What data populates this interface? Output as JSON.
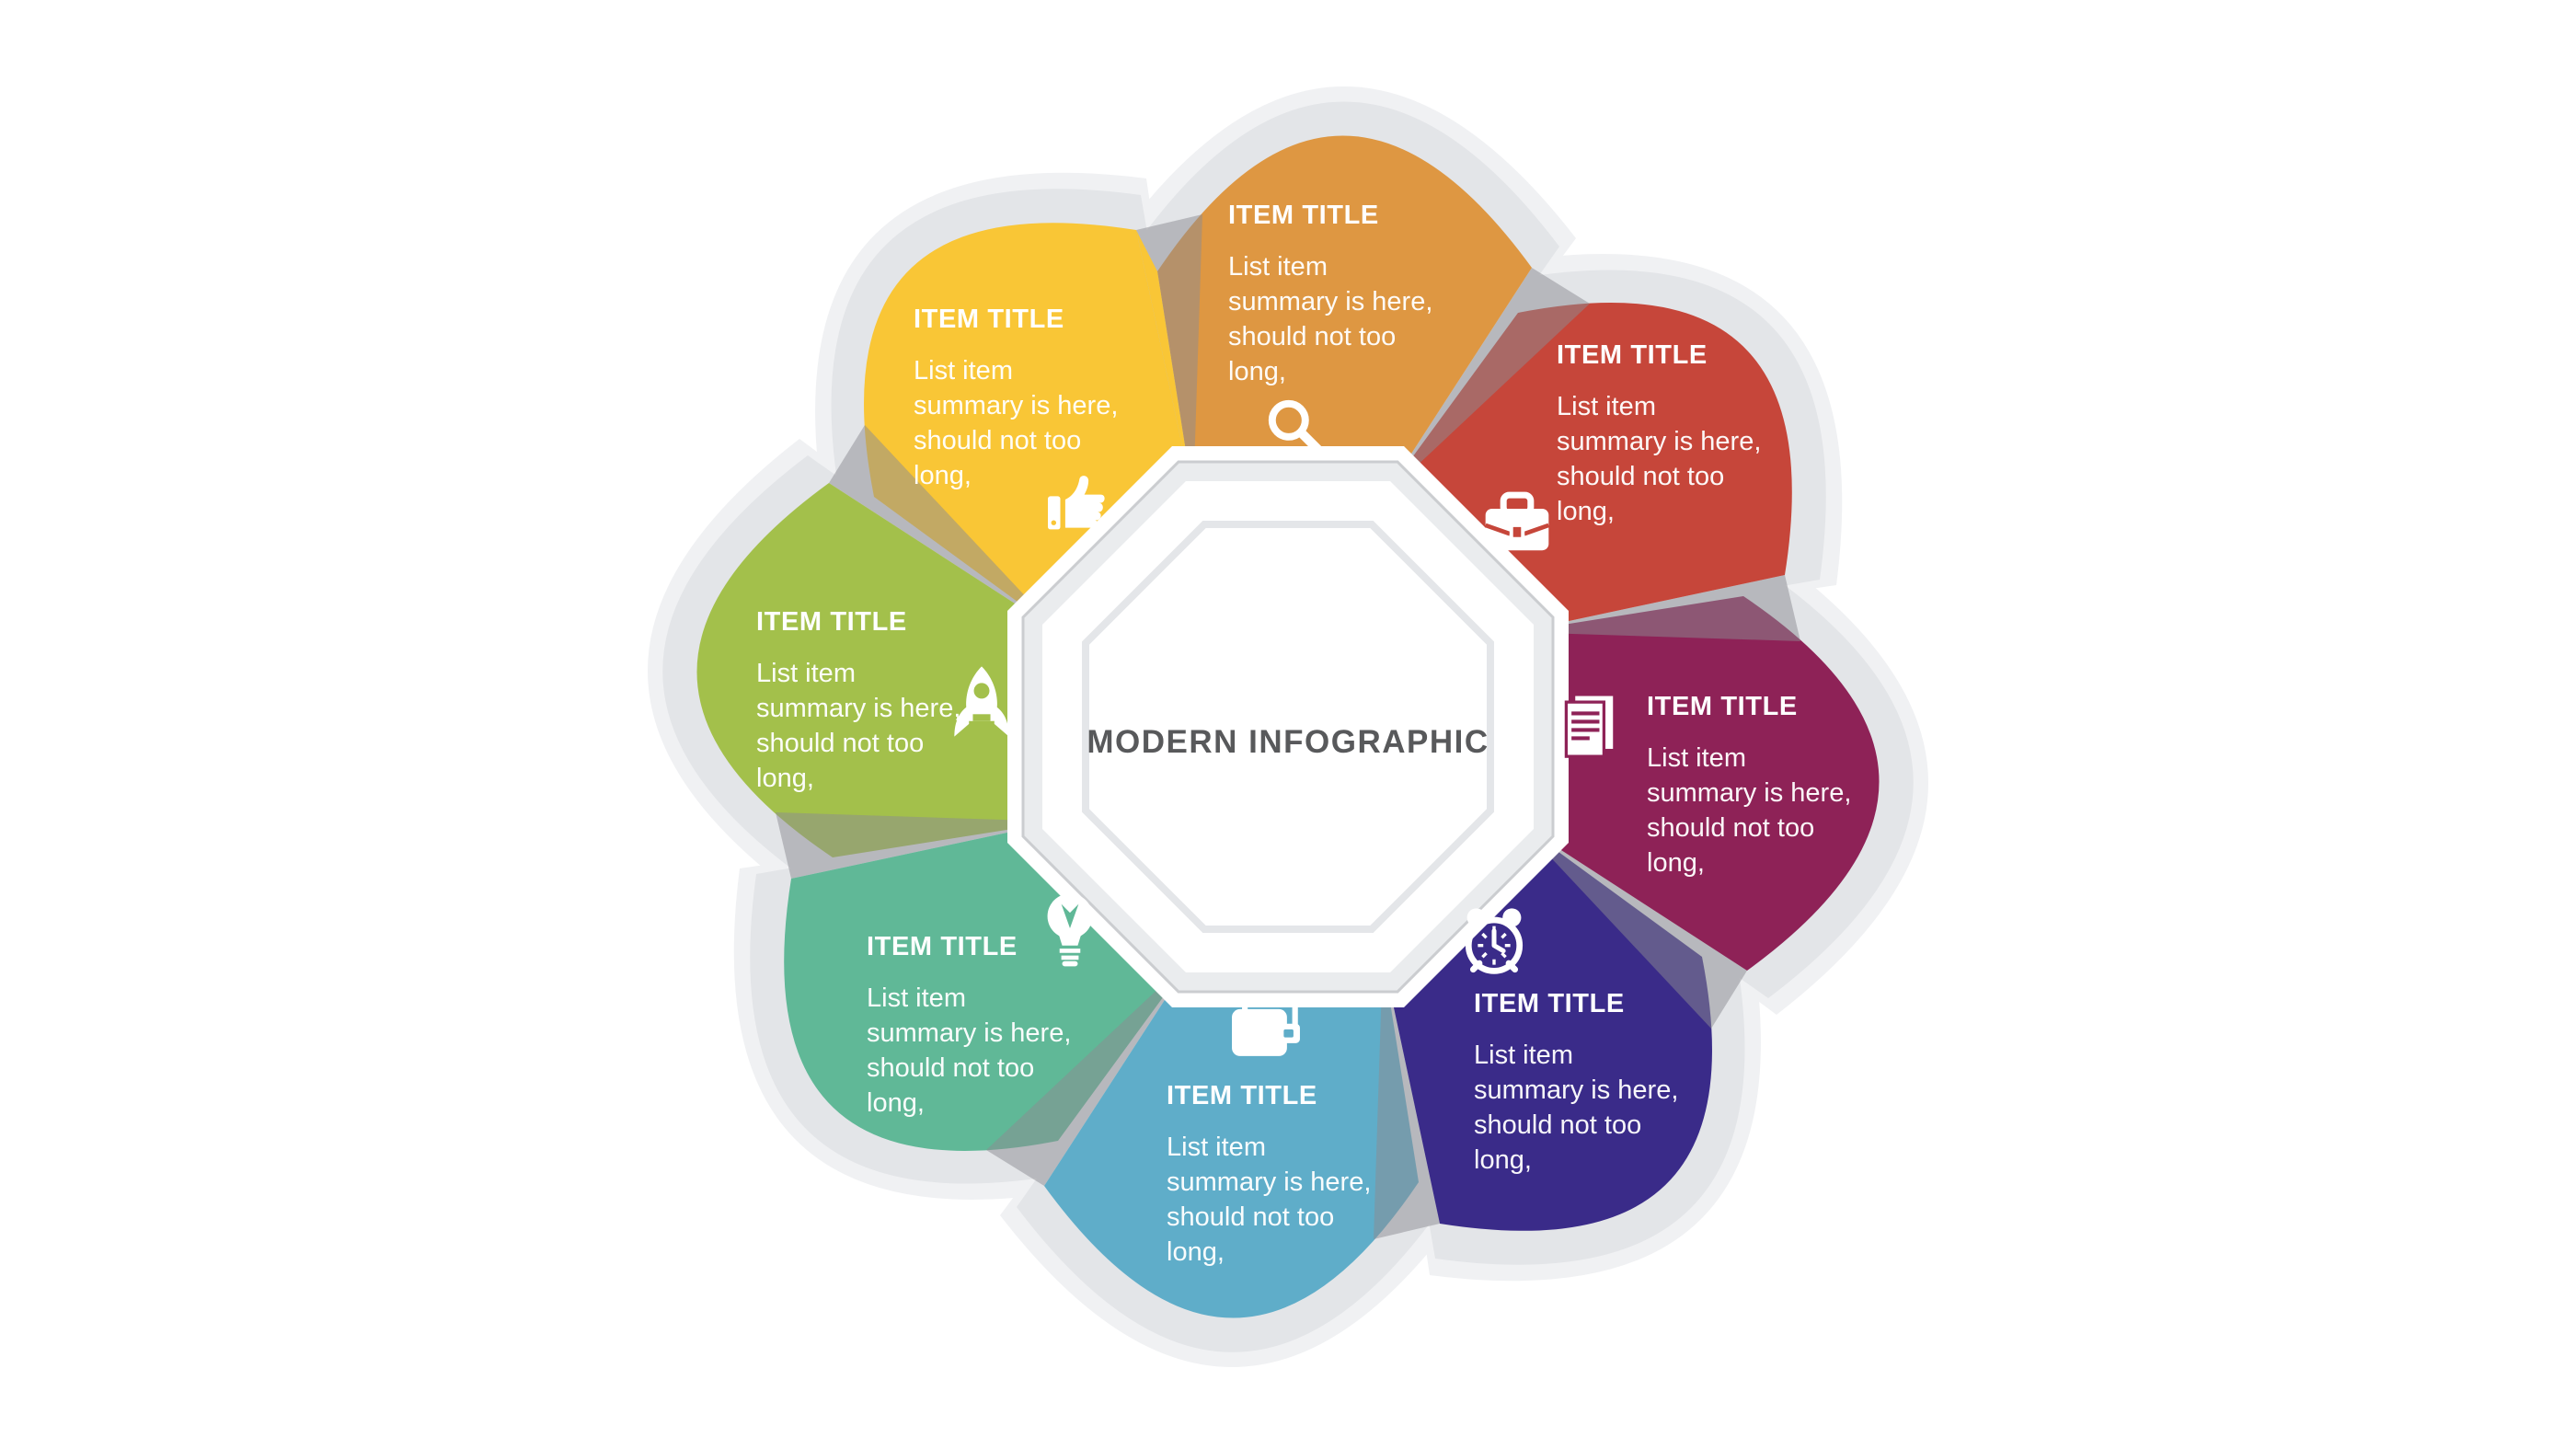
{
  "background": "#ffffff",
  "center": {
    "title": "MODERN INFOGRAPHIC",
    "text_color": "#58595b",
    "plate_color": "#ffffff",
    "ring_color": "#eaecee",
    "ring_stroke": "#cbcdd0",
    "inner_outline_color": "#e4e6e9",
    "gap_color": "#ffffff"
  },
  "flower": {
    "rim_color": "#e3e5e8",
    "rim_shadow_color": "#f0f1f3",
    "wedge_color": "rgba(140,140,146,0.5)"
  },
  "items": [
    {
      "title": "ITEM TITLE",
      "body_lines": [
        "List item",
        "summary is here,",
        "should not too",
        "long,"
      ],
      "color": "#de9742",
      "icon": "search"
    },
    {
      "title": "ITEM TITLE",
      "body_lines": [
        "List item",
        "summary is here,",
        "should not too",
        "long,"
      ],
      "color": "#c6463a",
      "icon": "briefcase"
    },
    {
      "title": "ITEM TITLE",
      "body_lines": [
        "List item",
        "summary is here,",
        "should not too",
        "long,"
      ],
      "color": "#8e2257",
      "icon": "documents"
    },
    {
      "title": "ITEM TITLE",
      "body_lines": [
        "List item",
        "summary is here,",
        "should not too",
        "long,"
      ],
      "color": "#3a2b89",
      "icon": "alarm-clock"
    },
    {
      "title": "ITEM TITLE",
      "body_lines": [
        "List item",
        "summary is here,",
        "should not too",
        "long,"
      ],
      "color": "#5fadc9",
      "icon": "wallet"
    },
    {
      "title": "ITEM TITLE",
      "body_lines": [
        "List item",
        "summary is here,",
        "should not too",
        "long,"
      ],
      "color": "#60b897",
      "icon": "light-bulb"
    },
    {
      "title": "ITEM TITLE",
      "body_lines": [
        "List item",
        "summary is here,",
        "should not too",
        "long,"
      ],
      "color": "#a3c04b",
      "icon": "rocket"
    },
    {
      "title": "ITEM TITLE",
      "body_lines": [
        "List item",
        "summary is here,",
        "should not too",
        "long,"
      ],
      "color": "#f9c636",
      "icon": "thumbs-up"
    }
  ]
}
